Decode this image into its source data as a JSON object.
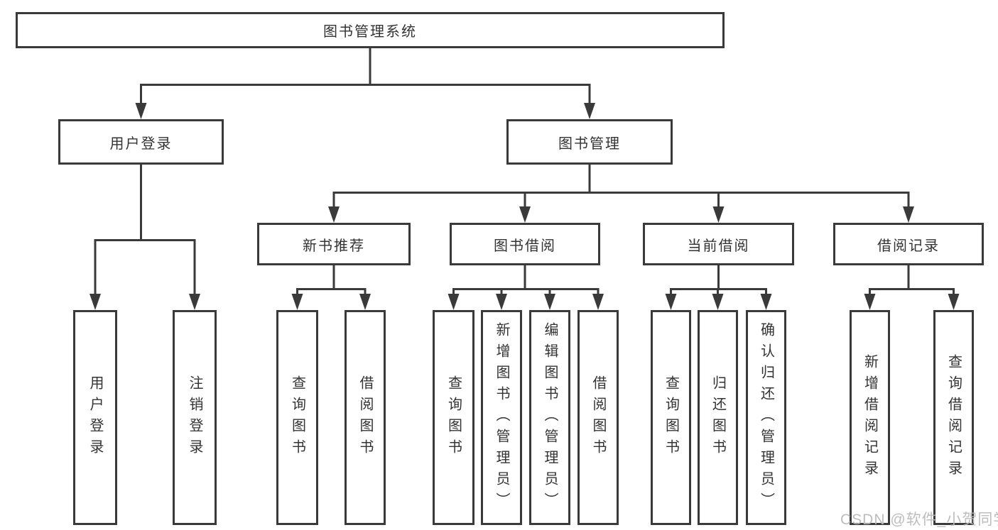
{
  "diagram": {
    "root": {
      "label": "图书管理系统"
    },
    "branches": [
      {
        "label": "用户登录",
        "children": [
          {
            "label": "用户登录"
          },
          {
            "label": "注销登录"
          }
        ]
      },
      {
        "label": "图书管理",
        "children": [
          {
            "label": "新书推荐",
            "children": [
              {
                "label": "查询图书"
              },
              {
                "label": "借阅图书"
              }
            ]
          },
          {
            "label": "图书借阅",
            "children": [
              {
                "label": "查询图书"
              },
              {
                "label": "新增图书（管理员）"
              },
              {
                "label": "编辑图书（管理员）"
              },
              {
                "label": "借阅图书"
              }
            ]
          },
          {
            "label": "当前借阅",
            "children": [
              {
                "label": "查询图书"
              },
              {
                "label": "归还图书"
              },
              {
                "label": "确认归还（管理员）"
              }
            ]
          },
          {
            "label": "借阅记录",
            "children": [
              {
                "label": "新增借阅记录"
              },
              {
                "label": "查询借阅记录"
              }
            ]
          }
        ]
      }
    ]
  },
  "watermark": "CSDN @软件_小贺同学",
  "colors": {
    "line": "#3a3a3a",
    "text": "#333333",
    "watermark": "#b9b9b9",
    "background": "#ffffff"
  }
}
